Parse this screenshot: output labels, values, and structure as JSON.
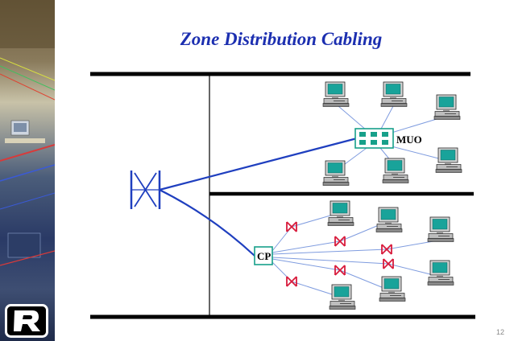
{
  "slide": {
    "title": "Zone Distribution Cabling",
    "page_number": "12"
  },
  "labels": {
    "muo": "MUO",
    "cp": "CP"
  },
  "colors": {
    "title": "#1c2fb0",
    "cable": "#1f3fbf",
    "thin_cable": "#7f9cdf",
    "floor_line": "#000000",
    "outlet_border": "#17a08a",
    "connector": "#d81b3c",
    "monitor_screen": "#19a39a"
  },
  "icons": {
    "logo": "r-logo-icon",
    "patch_panel": "cross-connect-icon",
    "muo": "multi-user-outlet-icon",
    "cp": "consolidation-point-icon",
    "connector": "bowtie-connector-icon",
    "workstation": "computer-icon"
  }
}
